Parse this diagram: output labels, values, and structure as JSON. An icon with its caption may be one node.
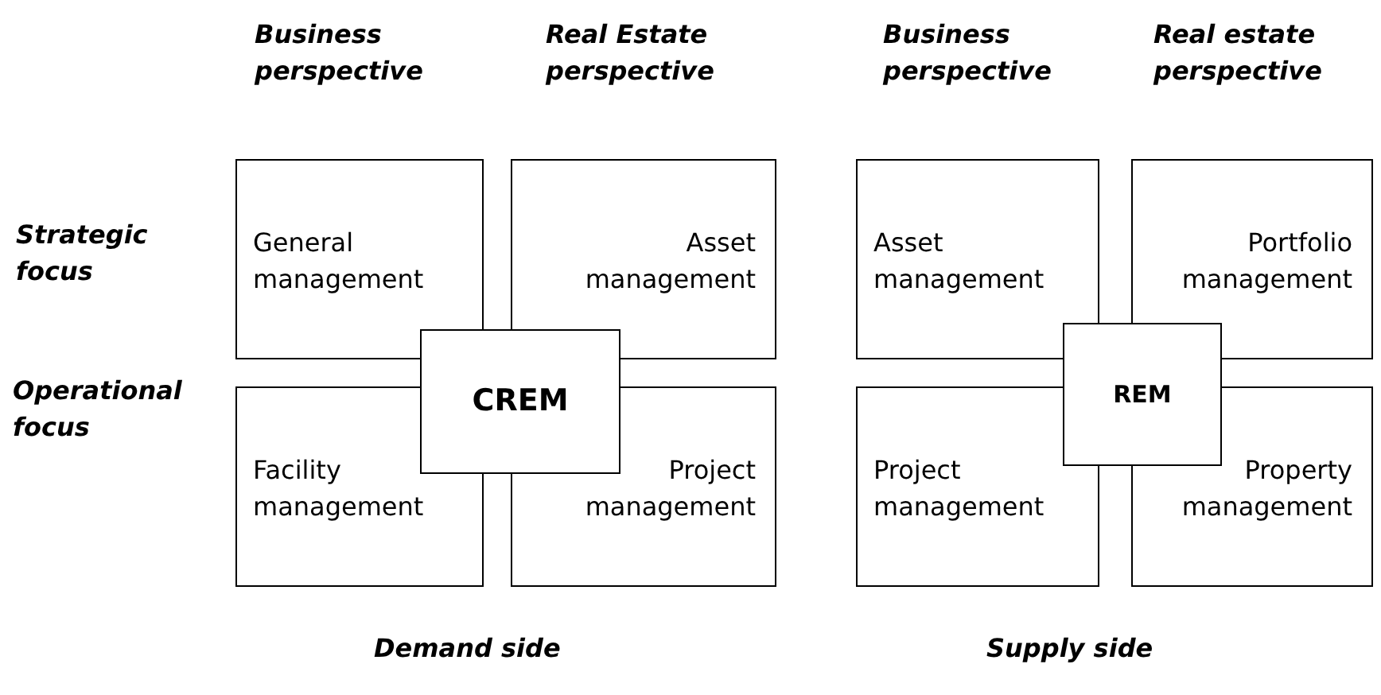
{
  "diagram": {
    "nodes": [
      {
        "text": [
          "General management"
        ]
      },
      {
        "text": [
          "Asset management"
        ]
      },
      {
        "text": [
          "Asset management"
        ]
      },
      {
        "text": [
          "Portfolio management"
        ]
      },
      {
        "text": [
          "CREM"
        ]
      },
      {
        "text": [
          "REM"
        ]
      },
      {
        "text": [
          "Facility management"
        ]
      },
      {
        "text": [
          "Project management"
        ]
      },
      {
        "text": [
          "Project management"
        ]
      },
      {
        "text": [
          "Property management"
        ]
      }
    ],
    "edges": [],
    "labels": [
      "Business perspective",
      "Real Estate perspective",
      "Business perspective",
      "Real estate perspective",
      "Strategic focus",
      "Operational focus",
      "Demand side",
      "Supply side"
    ]
  }
}
